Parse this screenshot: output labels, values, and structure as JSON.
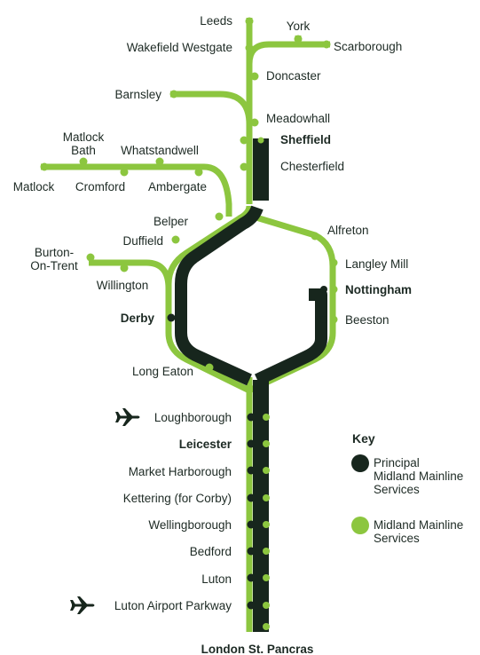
{
  "colors": {
    "principal": "#17261d",
    "service": "#8cc63f",
    "text": "#1d2a24"
  },
  "stations": {
    "leeds": "Leeds",
    "york": "York",
    "wakefield_westgate": "Wakefield Westgate",
    "scarborough": "Scarborough",
    "doncaster": "Doncaster",
    "barnsley": "Barnsley",
    "meadowhall": "Meadowhall",
    "sheffield": "Sheffield",
    "matlock_bath_1": "Matlock",
    "matlock_bath_2": "Bath",
    "whatstandwell": "Whatstandwell",
    "chesterfield": "Chesterfield",
    "matlock": "Matlock",
    "cromford": "Cromford",
    "ambergate": "Ambergate",
    "belper": "Belper",
    "alfreton": "Alfreton",
    "duffield": "Duffield",
    "burton_1": "Burton-",
    "burton_2": "On-Trent",
    "langley_mill": "Langley Mill",
    "willington": "Willington",
    "nottingham": "Nottingham",
    "derby": "Derby",
    "beeston": "Beeston",
    "long_eaton": "Long Eaton",
    "loughborough": "Loughborough",
    "leicester": "Leicester",
    "market_harborough": "Market Harborough",
    "kettering": "Kettering (for Corby)",
    "wellingborough": "Wellingborough",
    "bedford": "Bedford",
    "luton": "Luton",
    "luton_airport_parkway": "Luton Airport Parkway",
    "london_st_pancras": "London St. Pancras"
  },
  "key": {
    "title": "Key",
    "principal_1": "Principal",
    "principal_2": "Midland Mainline",
    "principal_3": "Services",
    "service_1": "Midland Mainline",
    "service_2": "Services"
  },
  "icons": {
    "airport": "airplane-icon"
  }
}
